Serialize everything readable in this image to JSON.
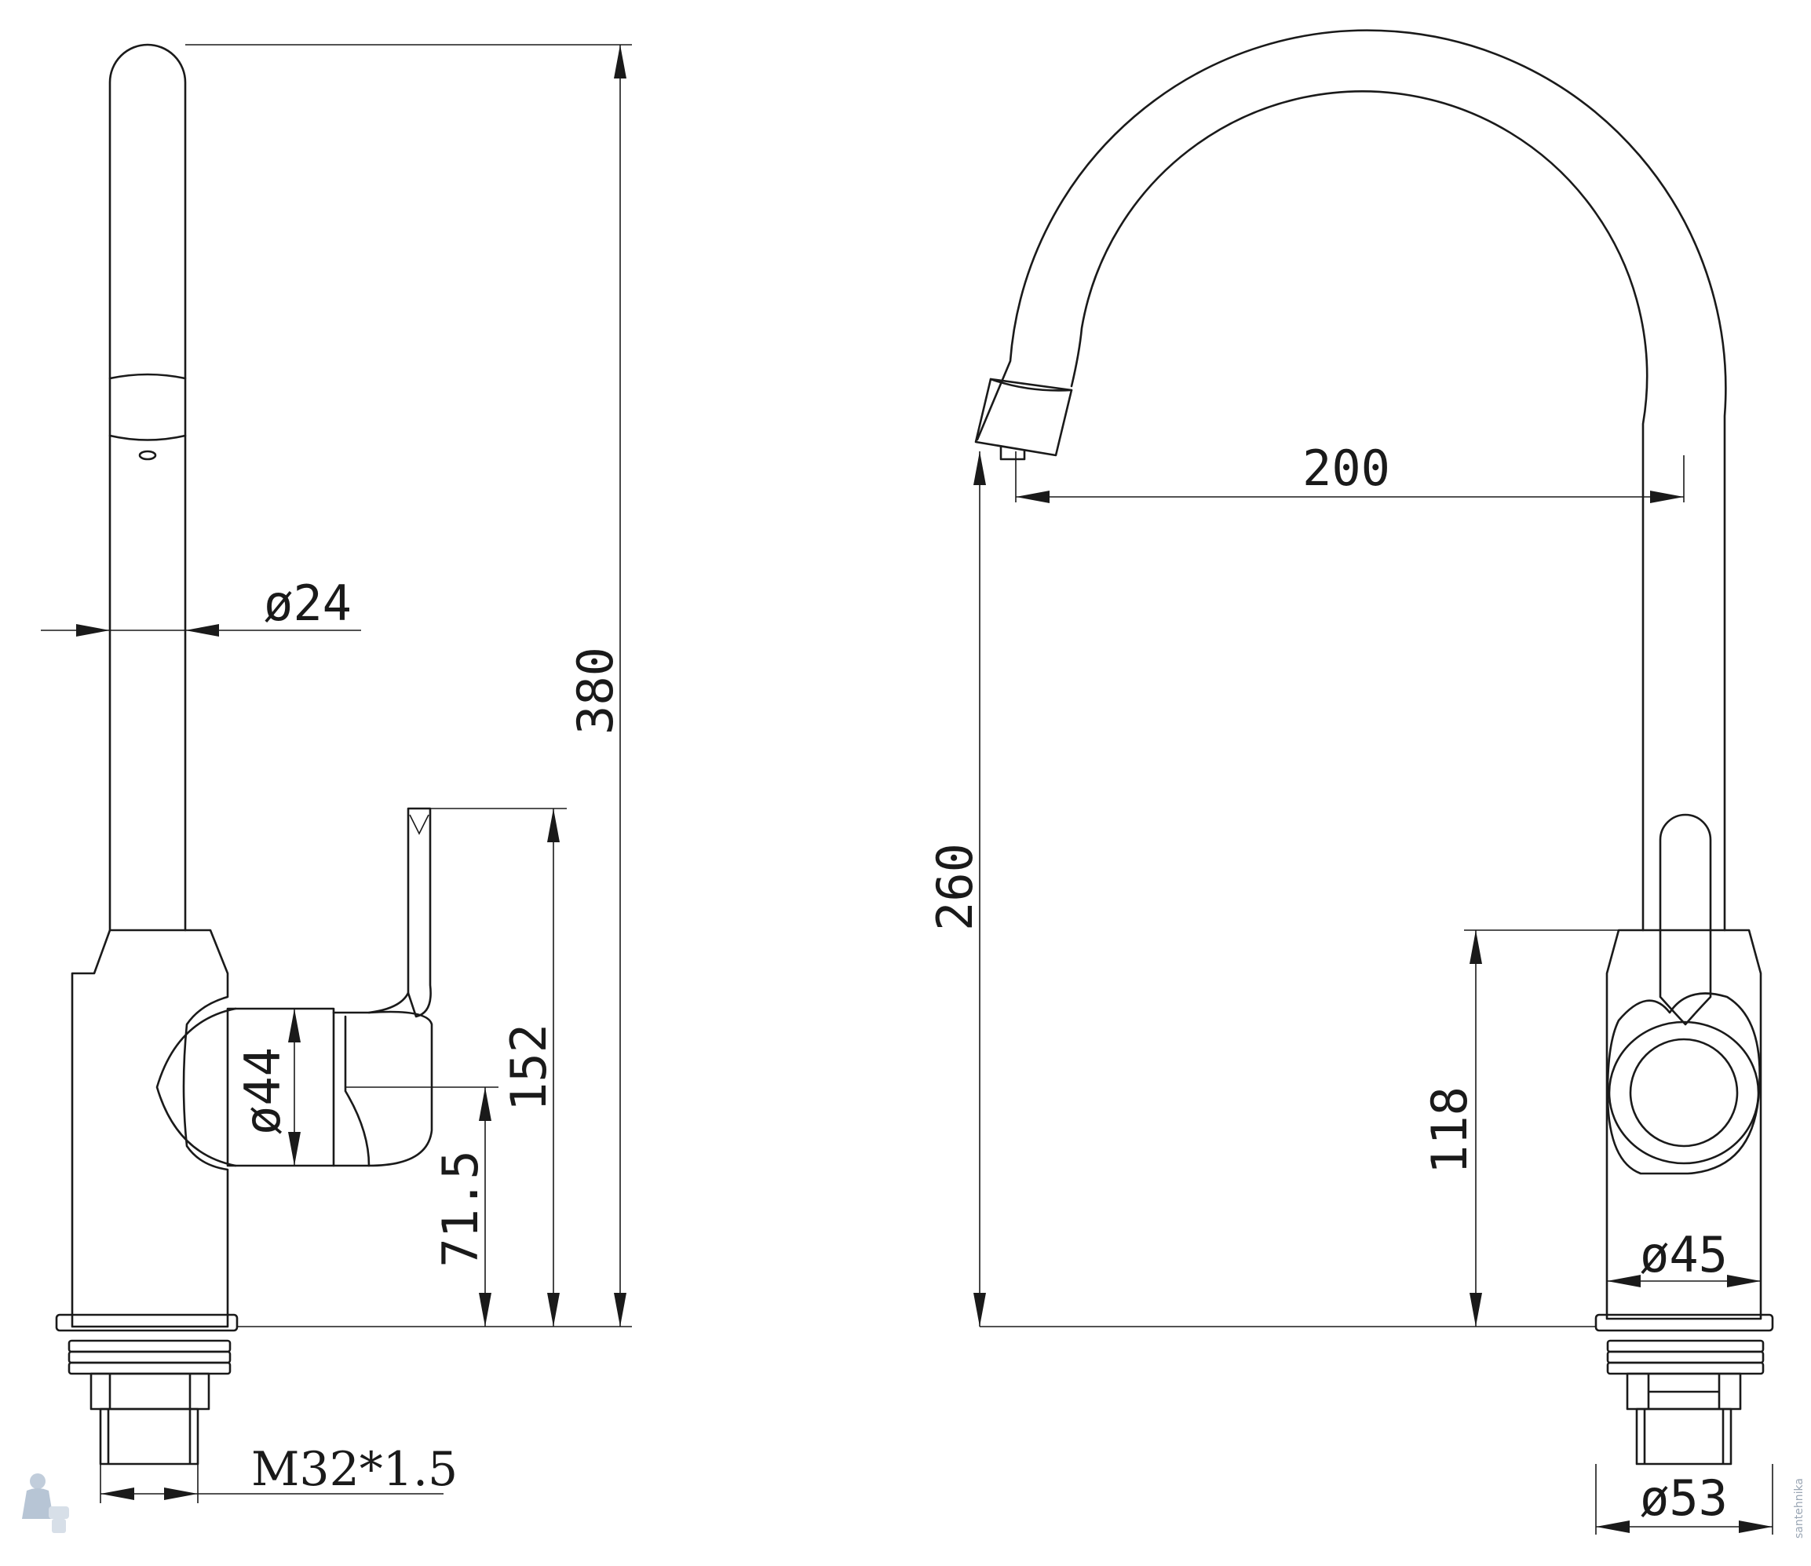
{
  "dimensions": {
    "side_view": {
      "overall_height": "380",
      "spout_diameter": "ø24",
      "handle_height": "152",
      "handle_axis_height": "71.5",
      "handle_diameter": "ø44",
      "thread": "M32*1.5"
    },
    "front_view": {
      "spout_reach": "200",
      "spout_height": "260",
      "body_height": "118",
      "body_diameter": "ø45",
      "base_diameter": "ø53"
    }
  },
  "watermark": {
    "text": "santehnika",
    "icon": "plumber-mascot-icon",
    "color": "#9aa6b4"
  },
  "line_color": "#1a1a1a"
}
